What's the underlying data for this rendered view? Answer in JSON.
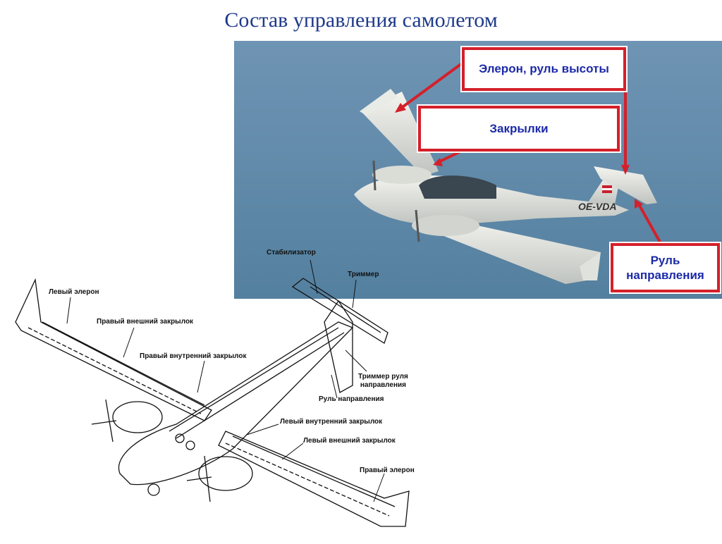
{
  "title": "Состав управления самолетом",
  "photo": {
    "registration": "OE-VDA",
    "callouts": {
      "aileron_elevator": "Элерон, руль высоты",
      "flaps": "Закрылки",
      "rudder": "Руль\nнаправления"
    }
  },
  "schematic": {
    "labels": {
      "stabilizer": "Стабилизатор",
      "trim": "Триммер",
      "left_aileron": "Левый элерон",
      "right_outer_flap": "Правый внешний закрылок",
      "right_inner_flap": "Правый внутренний закрылок",
      "rudder_trim": "Триммер руля\nнаправления",
      "rudder": "Руль направления",
      "left_inner_flap": "Левый внутренний закрылок",
      "left_outer_flap": "Левый внешний закрылок",
      "right_aileron": "Правый элерон"
    }
  },
  "colors": {
    "title": "#1f3a8a",
    "callout_border": "#d4202a",
    "callout_text": "#1c2aa8",
    "sky": "#5f88ab",
    "arrow": "#d4202a"
  }
}
